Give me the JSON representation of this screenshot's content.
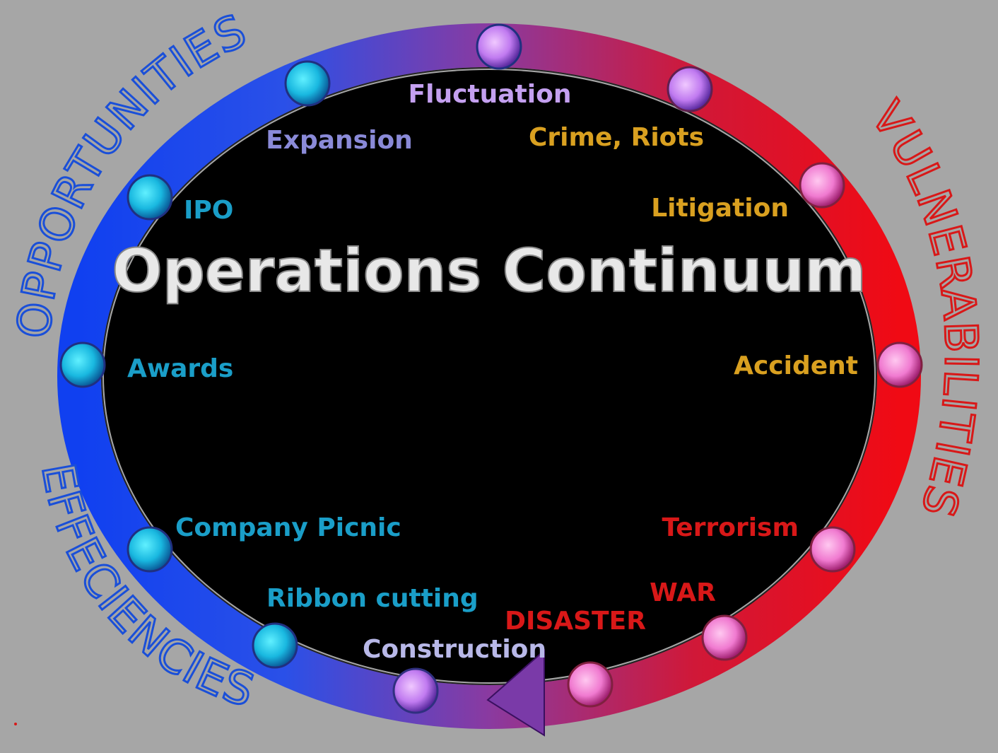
{
  "title": "Operations Continuum",
  "arc_labels": {
    "opportunities": "OPPORTUNITIES",
    "vulnerabilities": "VULNERABILITIES",
    "effeciencies": "EFFECIENCIES"
  },
  "items": {
    "fluctuation": "Fluctuation",
    "expansion": "Expansion",
    "crime_riots": "Crime, Riots",
    "ipo": "IPO",
    "litigation": "Litigation",
    "awards": "Awards",
    "accident": "Accident",
    "company_picnic": "Company Picnic",
    "terrorism": "Terrorism",
    "ribbon_cutting": "Ribbon cutting",
    "war": "WAR",
    "disaster": "DISASTER",
    "construction": "Construction"
  },
  "colors": {
    "background": "#a6a6a6",
    "center": "#000000",
    "ring_blue": "#1f4fe0",
    "ring_purple": "#7a3aa8",
    "ring_red": "#e0101e",
    "opportunity_text": "#1a9ec8",
    "vulnerability_text": "#d9a020",
    "danger_text": "#d81818",
    "arc_blue": "#1a4fd8",
    "arc_red": "#d81818"
  }
}
